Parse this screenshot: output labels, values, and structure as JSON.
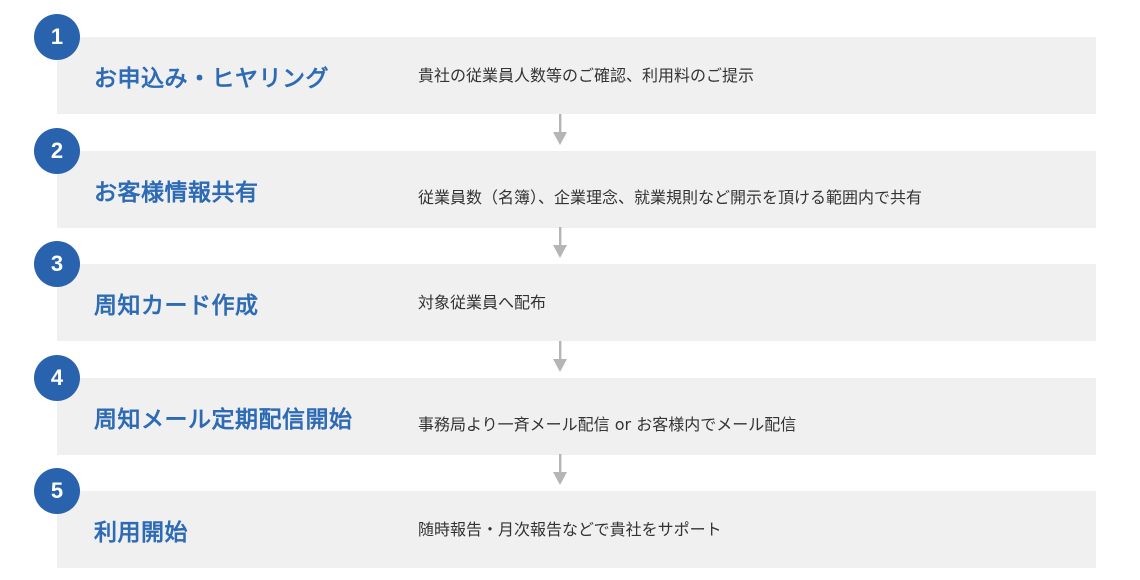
{
  "flow": {
    "accent_color": "#2a63ad",
    "title_color": "#2e6bb5",
    "box_color": "#f0f0f0",
    "arrow_color": "#b5b5b5",
    "steps": [
      {
        "number": "1",
        "title": "お申込み・ヒヤリング",
        "description": "貴社の従業員人数等のご確認、利用料のご提示"
      },
      {
        "number": "2",
        "title": "お客様情報共有",
        "description": "従業員数（名簿）、企業理念、就業規則など開示を頂ける範囲内で共有"
      },
      {
        "number": "3",
        "title": "周知カード作成",
        "description": "対象従業員へ配布"
      },
      {
        "number": "4",
        "title": "周知メール定期配信開始",
        "description": "事務局より一斉メール配信 or お客様内でメール配信"
      },
      {
        "number": "5",
        "title": "利用開始",
        "description": "随時報告・月次報告などで貴社をサポート"
      }
    ],
    "connector_icon": "arrow-down-icon"
  }
}
